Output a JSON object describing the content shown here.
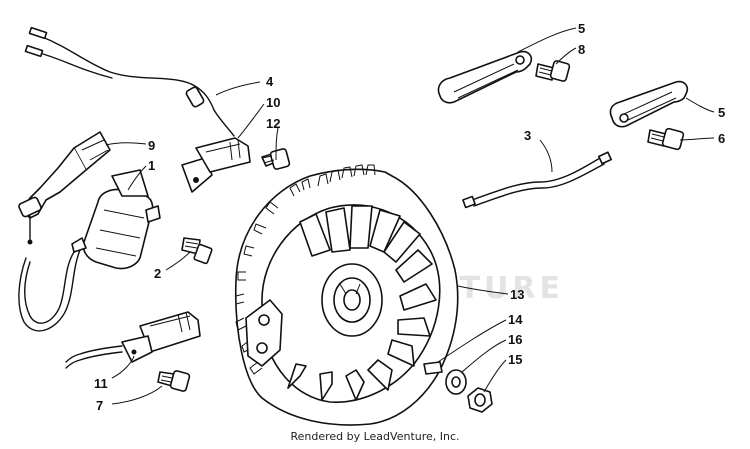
{
  "callouts": {
    "c1": "1",
    "c2": "2",
    "c3": "3",
    "c4": "4",
    "c5a": "5",
    "c5b": "5",
    "c6": "6",
    "c7": "7",
    "c8": "8",
    "c9": "9",
    "c10": "10",
    "c11": "11",
    "c12": "12",
    "c13": "13",
    "c14": "14",
    "c15": "15",
    "c16": "16"
  },
  "watermark": "LEADVENTURE",
  "footer": "Rendered by LeadVenture, Inc.",
  "colors": {
    "ink": "#111111",
    "watermark": "#e3e3e3",
    "background": "#ffffff"
  }
}
